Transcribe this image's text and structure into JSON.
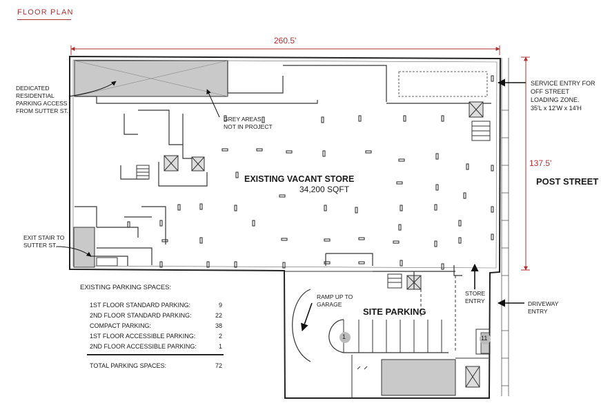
{
  "header": {
    "title": "FLOOR PLAN"
  },
  "dimensions": {
    "width": "260.5'",
    "depth": "137.5'"
  },
  "store": {
    "name": "EXISTING VACANT STORE",
    "area": "34,200 SQFT"
  },
  "street": "POST STREET",
  "site_parking": "SITE PARKING",
  "labels": {
    "dedicated": [
      "DEDICATED",
      "RESIDENTIAL",
      "PARKING ACCESS",
      "FROM SUTTER ST."
    ],
    "grey": [
      "GREY AREAS",
      "NOT IN PROJECT"
    ],
    "exit": [
      "EXIT STAIR TO",
      "SUTTER ST."
    ],
    "service": [
      "SERVICE ENTRY FOR",
      "OFF STREET",
      "LOADING ZONE.",
      "35'L x 12'W x 14'H"
    ],
    "ramp": [
      "RAMP UP TO",
      "GARAGE"
    ],
    "store_entry": [
      "STORE",
      "ENTRY"
    ],
    "driveway": [
      "DRIVEWAY",
      "ENTRY"
    ]
  },
  "markers": [
    "1",
    "11"
  ],
  "parking": {
    "title": "EXISTING PARKING SPACES:",
    "rows": [
      {
        "label": "1ST FLOOR STANDARD PARKING:",
        "value": "9"
      },
      {
        "label": "2ND FLOOR STANDARD PARKING:",
        "value": "22"
      },
      {
        "label": "COMPACT PARKING:",
        "value": "38"
      },
      {
        "label": "1ST FLOOR ACCESSIBLE PARKING:",
        "value": "2"
      },
      {
        "label": "2ND FLOOR ACCESSIBLE PARKING:",
        "value": "1"
      }
    ],
    "total_label": "TOTAL PARKING SPACES:",
    "total_value": "72"
  }
}
